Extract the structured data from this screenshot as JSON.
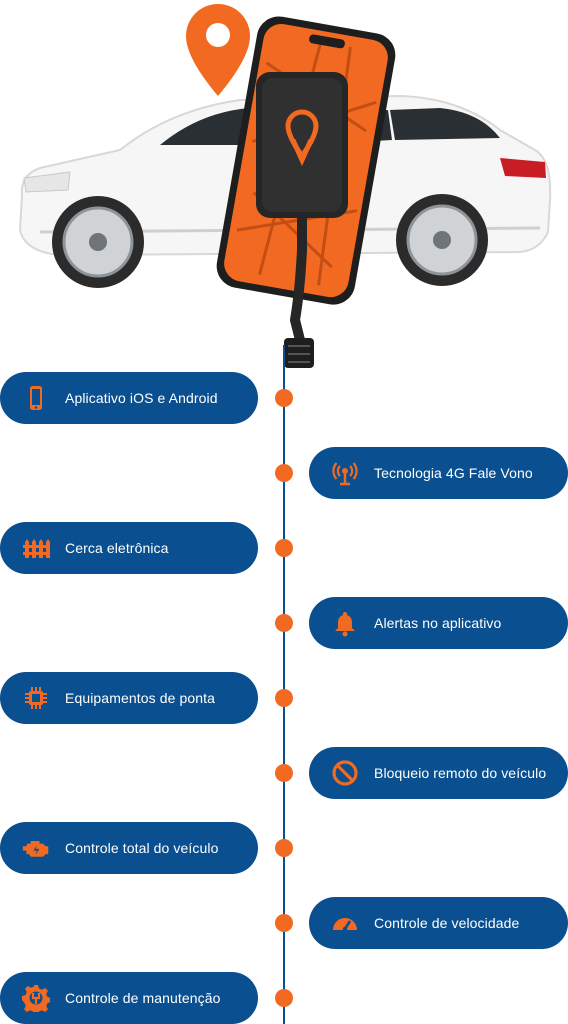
{
  "colors": {
    "navy": "#0a4f8f",
    "orange": "#f26a22",
    "white": "#ffffff"
  },
  "hero": {
    "description_icons": [
      "map-pin-icon",
      "car-image",
      "phone-image",
      "gps-tracker-image"
    ]
  },
  "features": [
    {
      "label": "Aplicativo iOS e Android",
      "icon": "smartphone-icon",
      "side": "left"
    },
    {
      "label": "Tecnologia 4G Fale Vono",
      "icon": "antenna-icon",
      "side": "right"
    },
    {
      "label": "Cerca eletrônica",
      "icon": "fence-icon",
      "side": "left"
    },
    {
      "label": "Alertas no aplicativo",
      "icon": "bell-icon",
      "side": "right"
    },
    {
      "label": "Equipamentos de ponta",
      "icon": "chip-icon",
      "side": "left"
    },
    {
      "label": "Bloqueio remoto do veículo",
      "icon": "block-icon",
      "side": "right"
    },
    {
      "label": "Controle total do veículo",
      "icon": "engine-icon",
      "side": "left"
    },
    {
      "label": "Controle de velocidade",
      "icon": "speedometer-icon",
      "side": "right"
    },
    {
      "label": "Controle de manutenção",
      "icon": "maintenance-gear-icon",
      "side": "left"
    }
  ]
}
